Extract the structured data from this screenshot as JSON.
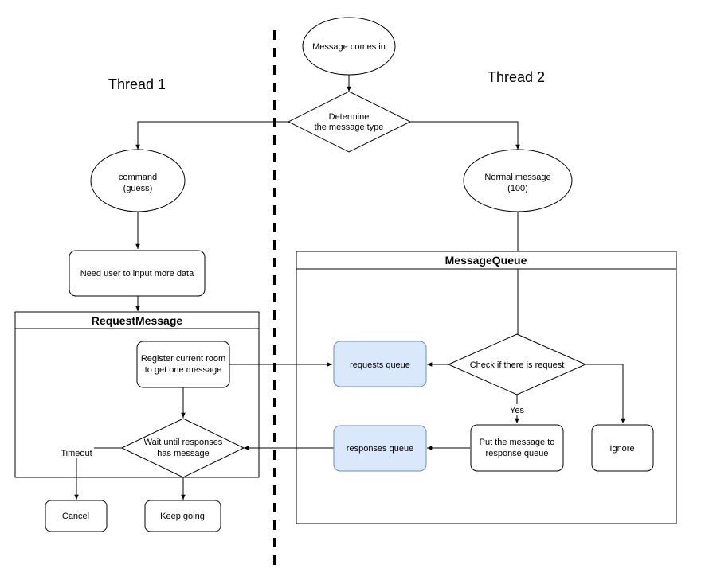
{
  "thread_labels": {
    "thread1": "Thread 1",
    "thread2": "Thread 2"
  },
  "containers": {
    "request_message": "RequestMessage",
    "message_queue": "MessageQueue"
  },
  "nodes": {
    "message_comes_in": "Message comes in",
    "determine_line1": "Determine",
    "determine_line2": "the message type",
    "command_line1": "command",
    "command_line2": "(guess)",
    "normal_line1": "Normal message",
    "normal_line2": "(100)",
    "need_input": "Need user to input more data",
    "register_line1": "Register current room",
    "register_line2": "to get one message",
    "wait_line1": "Wait until responses",
    "wait_line2": "has message",
    "cancel": "Cancel",
    "keep_going": "Keep going",
    "requests_queue": "requests queue",
    "responses_queue": "responses queue",
    "check_request": "Check if there is request",
    "put_line1": "Put the message to",
    "put_line2": "response queue",
    "ignore": "Ignore"
  },
  "edge_labels": {
    "timeout": "Timeout",
    "yes": "Yes"
  },
  "colors": {
    "queue_fill": "#dae8fc",
    "queue_stroke": "#6c8ebf",
    "stroke": "#000000"
  }
}
